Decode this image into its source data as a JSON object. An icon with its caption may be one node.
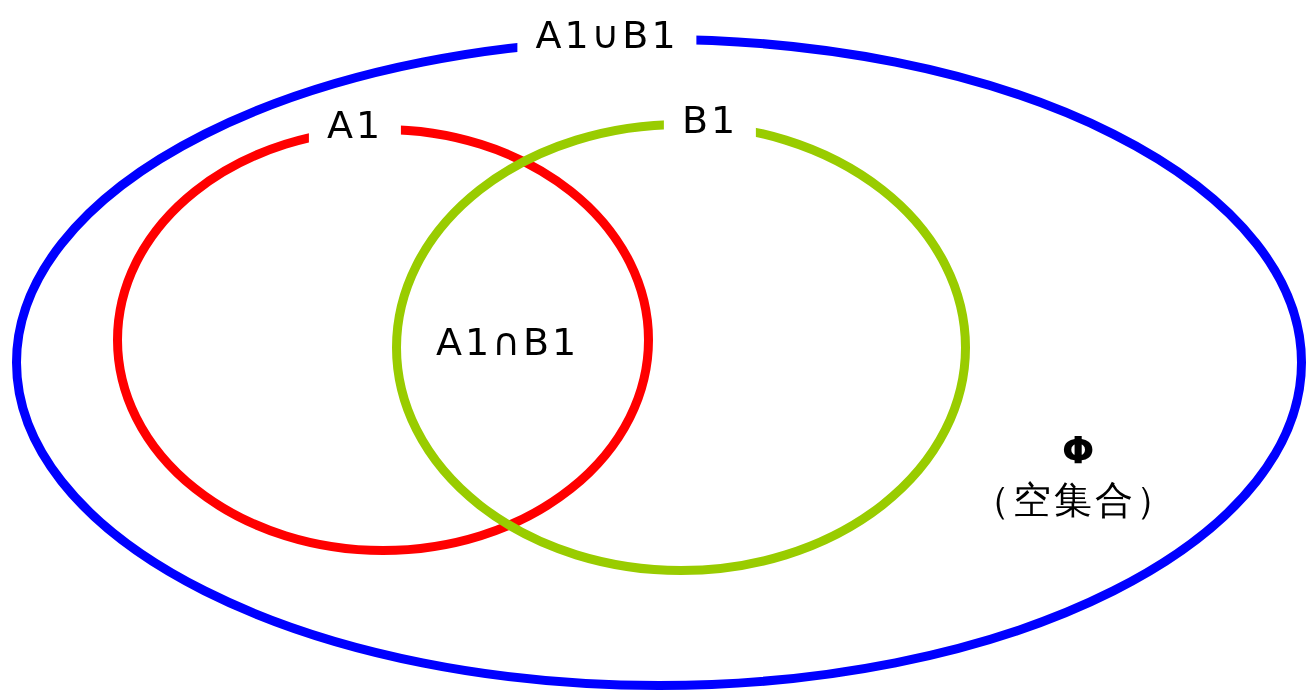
{
  "diagram": {
    "nodes": [
      {
        "text": [
          "A1∪B1"
        ]
      },
      {
        "text": [
          "A1"
        ],
        "in": 0
      },
      {
        "text": [
          "B1"
        ],
        "in": 0
      }
    ],
    "edges": [],
    "labels": [
      "A1∩B1",
      "Φ",
      "（空集合）"
    ]
  }
}
